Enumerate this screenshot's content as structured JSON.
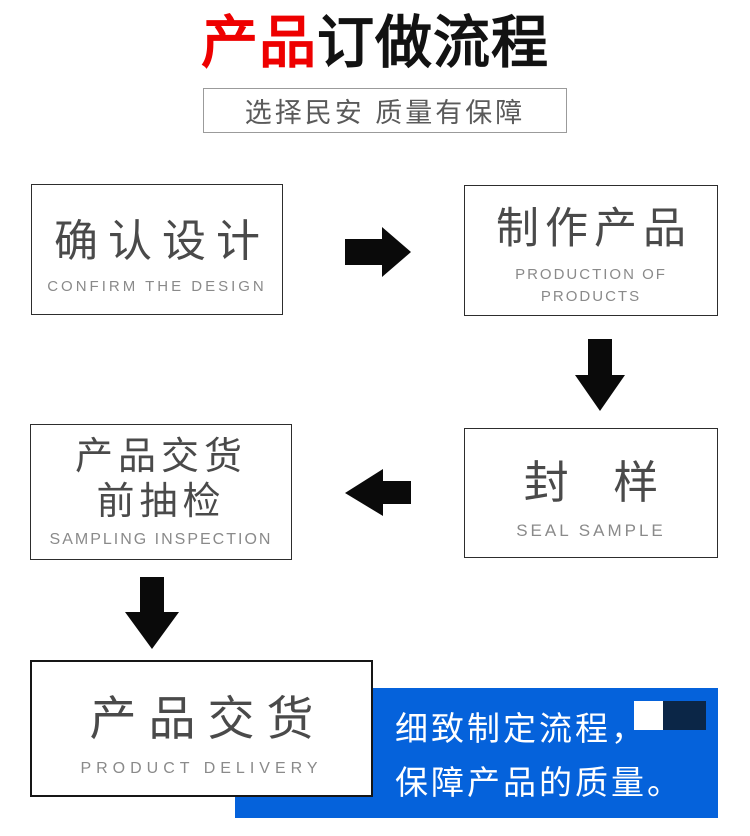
{
  "page": {
    "title": {
      "highlight": "产品",
      "rest": "订做流程"
    },
    "subtitle": "选择民安 质量有保障"
  },
  "steps": {
    "confirm": {
      "zh": "确认设计",
      "en": "CONFIRM THE DESIGN"
    },
    "production": {
      "zh": "制作产品",
      "en_line1": "PRODUCTION OF",
      "en_line2": "PRODUCTS"
    },
    "seal": {
      "zh": "封 样",
      "en": "SEAL SAMPLE"
    },
    "sampling": {
      "zh_line1": "产品交货",
      "zh_line2": "前抽检",
      "en": "SAMPLING INSPECTION"
    },
    "delivery": {
      "zh": "产品交货",
      "en": "PRODUCT DELIVERY"
    }
  },
  "callout": {
    "line1": "细致制定流程，",
    "line2": "保障产品的质量。"
  },
  "colors": {
    "accent_red": "#ee0000",
    "accent_blue": "#0562db",
    "navy_square": "#0b2647",
    "box_border": "#2d2d2d",
    "zh_text": "#4a4a4a",
    "en_text": "#8a8a8a"
  }
}
